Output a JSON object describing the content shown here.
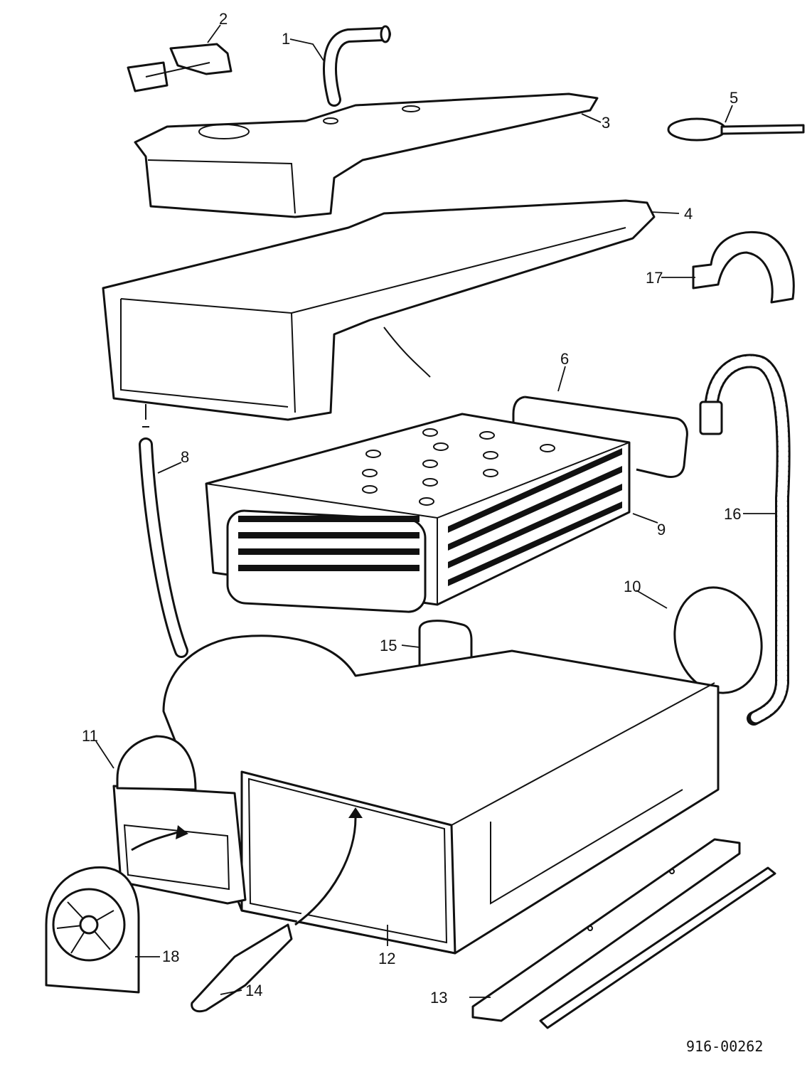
{
  "callouts": [
    {
      "id": "1",
      "text": "1"
    },
    {
      "id": "2",
      "text": "2"
    },
    {
      "id": "3",
      "text": "3"
    },
    {
      "id": "4",
      "text": "4"
    },
    {
      "id": "5",
      "text": "5"
    },
    {
      "id": "6",
      "text": "6"
    },
    {
      "id": "8",
      "text": "8"
    },
    {
      "id": "9",
      "text": "9"
    },
    {
      "id": "10",
      "text": "10"
    },
    {
      "id": "11",
      "text": "11"
    },
    {
      "id": "12",
      "text": "12"
    },
    {
      "id": "13",
      "text": "13"
    },
    {
      "id": "14",
      "text": "14"
    },
    {
      "id": "15",
      "text": "15"
    },
    {
      "id": "16",
      "text": "16"
    },
    {
      "id": "17",
      "text": "17"
    },
    {
      "id": "18",
      "text": "18"
    }
  ],
  "drawing_number": "916-00262"
}
